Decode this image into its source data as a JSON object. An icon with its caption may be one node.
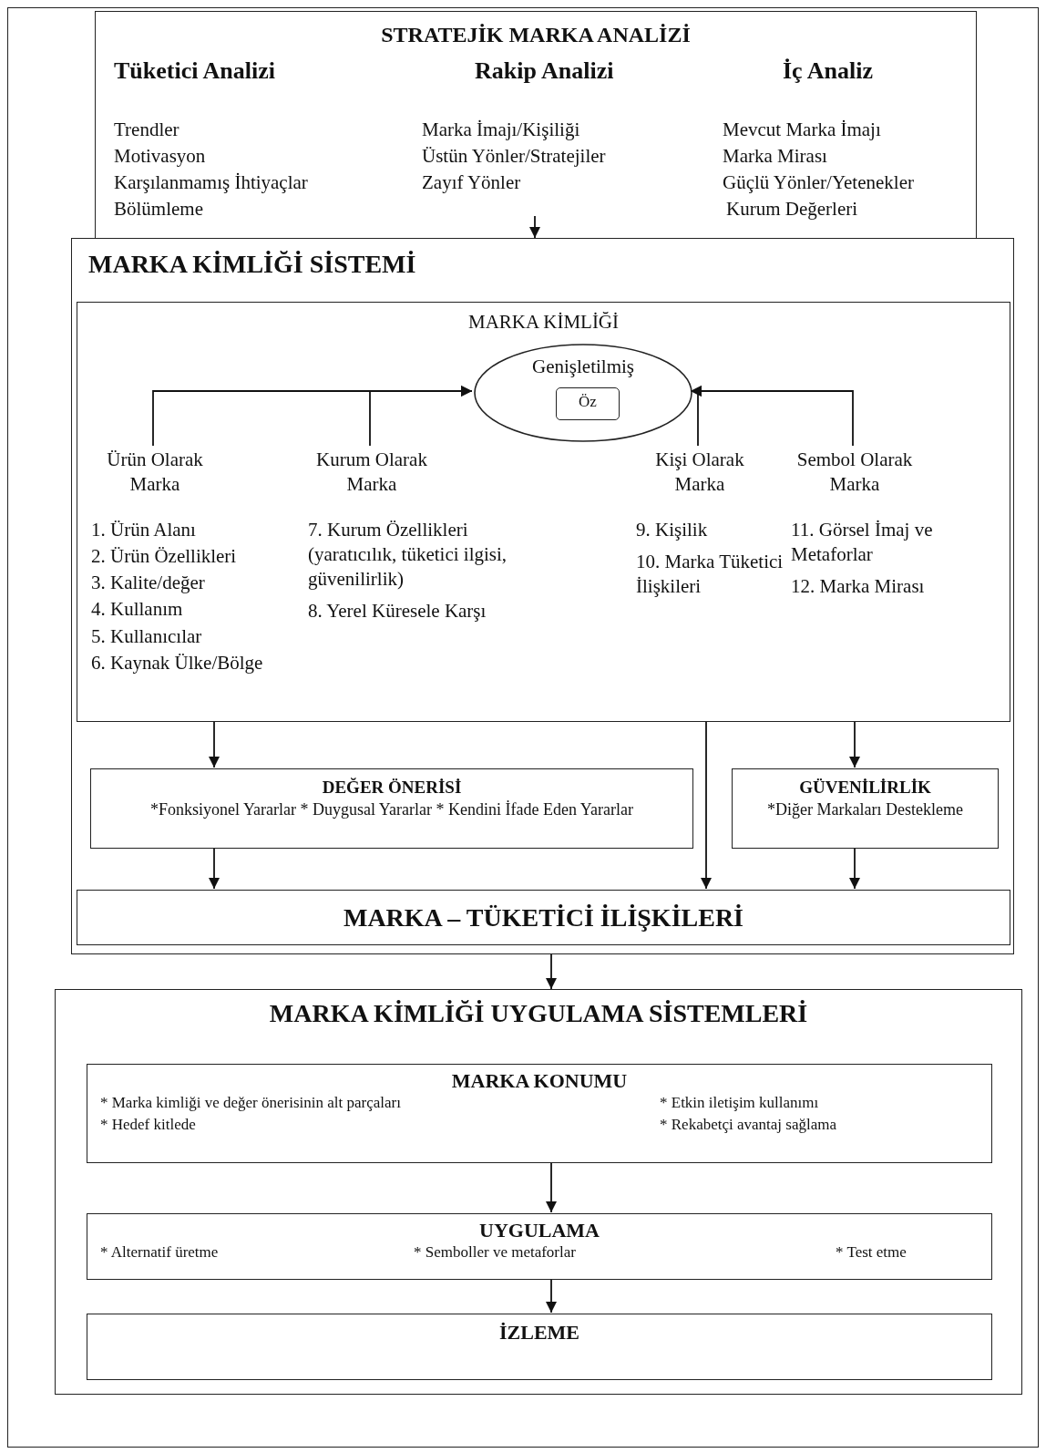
{
  "diagram": {
    "nodes": [
      {
        "text": [
          "STRATEJİK MARKA ANALİZİ",
          "Tüketici Analizi",
          "Rakip Analizi",
          "İç Analiz",
          "Trendler",
          "Motivasyon",
          "Karşılanmamış İhtiyaçlar",
          "Bölümleme",
          "Marka İmajı/Kişiliği",
          "Üstün Yönler/Stratejiler",
          "Zayıf Yönler",
          "Mevcut Marka İmajı",
          "Marka Mirası",
          "Güçlü Yönler/Yetenekler",
          "Kurum Değerleri"
        ]
      },
      {
        "text": [
          "MARKA KİMLİĞİ SİSTEMİ"
        ]
      },
      {
        "text": [
          "MARKA KİMLİĞİ"
        ],
        "in": 1
      },
      {
        "text": [
          "Genişletilmiş"
        ],
        "in": 2
      },
      {
        "text": [
          "Öz"
        ],
        "in": 3
      },
      {
        "text": [
          "Ürün Olarak Marka",
          "1. Ürün Alanı",
          "2. Ürün Özellikleri",
          "3. Kalite/değer",
          "4. Kullanım",
          "5. Kullanıcılar",
          "6. Kaynak Ülke/Bölge"
        ],
        "in": 2
      },
      {
        "text": [
          "Kurum Olarak Marka",
          "7. Kurum Özellikleri (yaratıcılık, tüketici ilgisi, güvenilirlik)",
          "8. Yerel Küresele Karşı"
        ],
        "in": 2
      },
      {
        "text": [
          "Kişi Olarak Marka",
          "9. Kişilik",
          "10. Marka Tüketici İlişkileri"
        ],
        "in": 2
      },
      {
        "text": [
          "Sembol Olarak Marka",
          "11. Görsel İmaj ve Metaforlar",
          "12. Marka Mirası"
        ],
        "in": 2
      },
      {
        "text": [
          "DEĞER ÖNERİSİ",
          "*Fonksiyonel Yararlar * Duygusal Yararlar * Kendini İfade Eden Yararlar"
        ],
        "in": 1
      },
      {
        "text": [
          "GÜVENİLİRLİK",
          "*Diğer Markaları Destekleme"
        ],
        "in": 1
      },
      {
        "text": [
          "MARKA – TÜKETİCİ İLİŞKİLERİ"
        ],
        "in": 1
      },
      {
        "text": [
          "MARKA KİMLİĞİ UYGULAMA SİSTEMLERİ"
        ]
      },
      {
        "text": [
          "MARKA KONUMU",
          "* Marka kimliği ve değer önerisinin alt parçaları",
          "* Etkin iletişim kullanımı",
          "* Hedef kitlede",
          "* Rekabetçi avantaj sağlama"
        ],
        "in": 12
      },
      {
        "text": [
          "UYGULAMA",
          "* Alternatif üretme",
          "* Semboller ve metaforlar",
          "* Test etme"
        ],
        "in": 12
      },
      {
        "text": [
          "İZLEME"
        ],
        "in": 12
      }
    ],
    "edges": [
      {
        "from": 0,
        "to": 1,
        "arrow": "to"
      },
      {
        "from": 5,
        "to": 3,
        "arrow": "to"
      },
      {
        "from": 6,
        "to": 3,
        "arrow": "to"
      },
      {
        "from": 7,
        "to": 3,
        "arrow": "to"
      },
      {
        "from": 8,
        "to": 3,
        "arrow": "to"
      },
      {
        "from": 2,
        "to": 9,
        "arrow": "to"
      },
      {
        "from": 2,
        "to": 10,
        "arrow": "to"
      },
      {
        "from": 2,
        "to": 11,
        "arrow": "to"
      },
      {
        "from": 9,
        "to": 11,
        "arrow": "to"
      },
      {
        "from": 10,
        "to": 11,
        "arrow": "to"
      },
      {
        "from": 1,
        "to": 12,
        "arrow": "to"
      },
      {
        "from": 13,
        "to": 14,
        "arrow": "to"
      },
      {
        "from": 14,
        "to": 15,
        "arrow": "to"
      }
    ]
  }
}
